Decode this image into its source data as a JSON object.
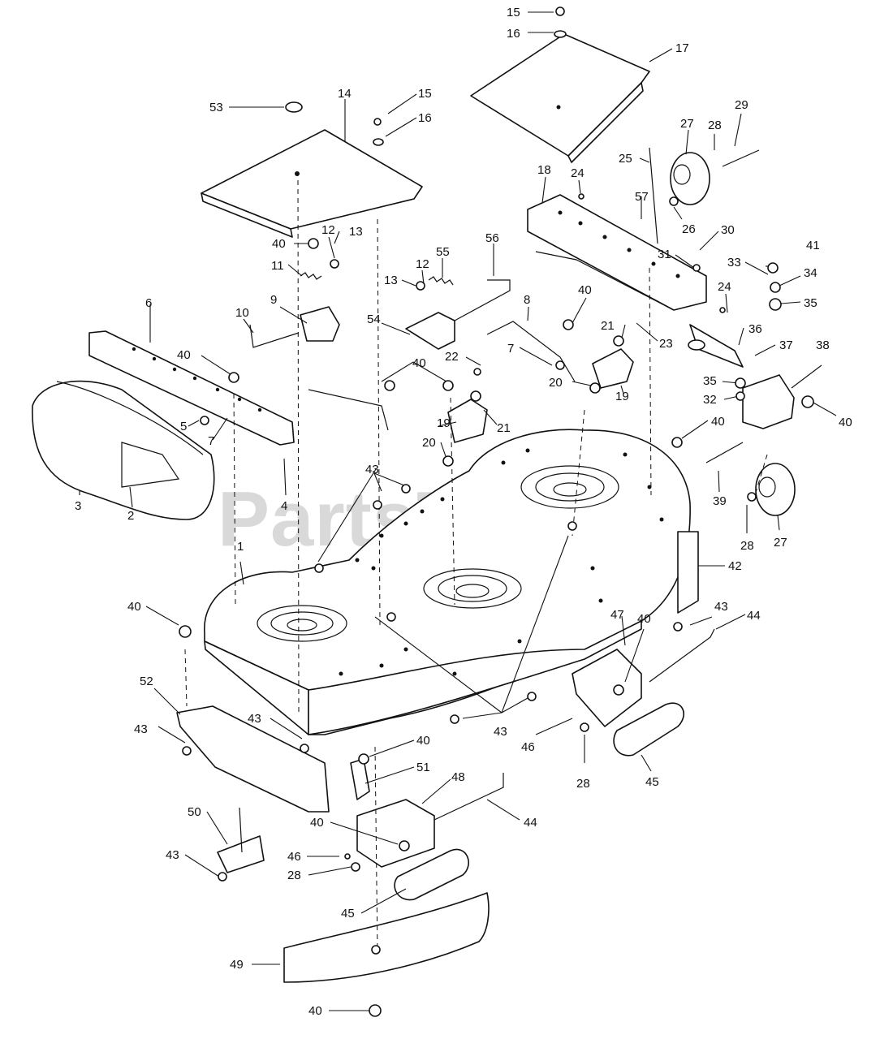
{
  "watermark": {
    "text": "PartsTree",
    "trademark": "™"
  },
  "callouts": [
    {
      "id": "c15a",
      "text": "15"
    },
    {
      "id": "c16a",
      "text": "16"
    },
    {
      "id": "c17",
      "text": "17"
    },
    {
      "id": "c53",
      "text": "53"
    },
    {
      "id": "c14",
      "text": "14"
    },
    {
      "id": "c15b",
      "text": "15"
    },
    {
      "id": "c16b",
      "text": "16"
    },
    {
      "id": "c27a",
      "text": "27"
    },
    {
      "id": "c28a",
      "text": "28"
    },
    {
      "id": "c29",
      "text": "29"
    },
    {
      "id": "c18",
      "text": "18"
    },
    {
      "id": "c24a",
      "text": "24"
    },
    {
      "id": "c25",
      "text": "25"
    },
    {
      "id": "c57",
      "text": "57"
    },
    {
      "id": "c26",
      "text": "26"
    },
    {
      "id": "c12a",
      "text": "12"
    },
    {
      "id": "c13a",
      "text": "13"
    },
    {
      "id": "c40a",
      "text": "40"
    },
    {
      "id": "c11",
      "text": "11"
    },
    {
      "id": "c56",
      "text": "56"
    },
    {
      "id": "c55",
      "text": "55"
    },
    {
      "id": "c12b",
      "text": "12"
    },
    {
      "id": "c13b",
      "text": "13"
    },
    {
      "id": "c30",
      "text": "30"
    },
    {
      "id": "c41",
      "text": "41"
    },
    {
      "id": "c33",
      "text": "33"
    },
    {
      "id": "c34",
      "text": "34"
    },
    {
      "id": "c31",
      "text": "31"
    },
    {
      "id": "c35a",
      "text": "35"
    },
    {
      "id": "c24b",
      "text": "24"
    },
    {
      "id": "c36",
      "text": "36"
    },
    {
      "id": "c37",
      "text": "37"
    },
    {
      "id": "c6",
      "text": "6"
    },
    {
      "id": "c10",
      "text": "10"
    },
    {
      "id": "c9",
      "text": "9"
    },
    {
      "id": "c54",
      "text": "54"
    },
    {
      "id": "c40b",
      "text": "40"
    },
    {
      "id": "c8",
      "text": "8"
    },
    {
      "id": "c21a",
      "text": "21"
    },
    {
      "id": "c23",
      "text": "23"
    },
    {
      "id": "c7a",
      "text": "7"
    },
    {
      "id": "c22",
      "text": "22"
    },
    {
      "id": "c40c",
      "text": "40"
    },
    {
      "id": "c40d",
      "text": "40"
    },
    {
      "id": "c20a",
      "text": "20"
    },
    {
      "id": "c19a",
      "text": "19"
    },
    {
      "id": "c38",
      "text": "38"
    },
    {
      "id": "c35b",
      "text": "35"
    },
    {
      "id": "c32",
      "text": "32"
    },
    {
      "id": "c40e",
      "text": "40"
    },
    {
      "id": "c5",
      "text": "5"
    },
    {
      "id": "c7b",
      "text": "7"
    },
    {
      "id": "c19b",
      "text": "19"
    },
    {
      "id": "c21b",
      "text": "21"
    },
    {
      "id": "c40f",
      "text": "40"
    },
    {
      "id": "c20b",
      "text": "20"
    },
    {
      "id": "c43a",
      "text": "43"
    },
    {
      "id": "c4",
      "text": "4"
    },
    {
      "id": "c39",
      "text": "39"
    },
    {
      "id": "c28b",
      "text": "28"
    },
    {
      "id": "c27b",
      "text": "27"
    },
    {
      "id": "c3",
      "text": "3"
    },
    {
      "id": "c2",
      "text": "2"
    },
    {
      "id": "c1",
      "text": "1"
    },
    {
      "id": "c42",
      "text": "42"
    },
    {
      "id": "c40g",
      "text": "40"
    },
    {
      "id": "c43b",
      "text": "43"
    },
    {
      "id": "c44a",
      "text": "44"
    },
    {
      "id": "c47",
      "text": "47"
    },
    {
      "id": "c40h",
      "text": "40"
    },
    {
      "id": "c52",
      "text": "52"
    },
    {
      "id": "c43c",
      "text": "43"
    },
    {
      "id": "c43d",
      "text": "43"
    },
    {
      "id": "c43e",
      "text": "43"
    },
    {
      "id": "c46a",
      "text": "46"
    },
    {
      "id": "c28c",
      "text": "28"
    },
    {
      "id": "c45a",
      "text": "45"
    },
    {
      "id": "c40i",
      "text": "40"
    },
    {
      "id": "c51",
      "text": "51"
    },
    {
      "id": "c48",
      "text": "48"
    },
    {
      "id": "c44b",
      "text": "44"
    },
    {
      "id": "c50",
      "text": "50"
    },
    {
      "id": "c40j",
      "text": "40"
    },
    {
      "id": "c43f",
      "text": "43"
    },
    {
      "id": "c46b",
      "text": "46"
    },
    {
      "id": "c28d",
      "text": "28"
    },
    {
      "id": "c45b",
      "text": "45"
    },
    {
      "id": "c49",
      "text": "49"
    },
    {
      "id": "c40k",
      "text": "40"
    }
  ]
}
